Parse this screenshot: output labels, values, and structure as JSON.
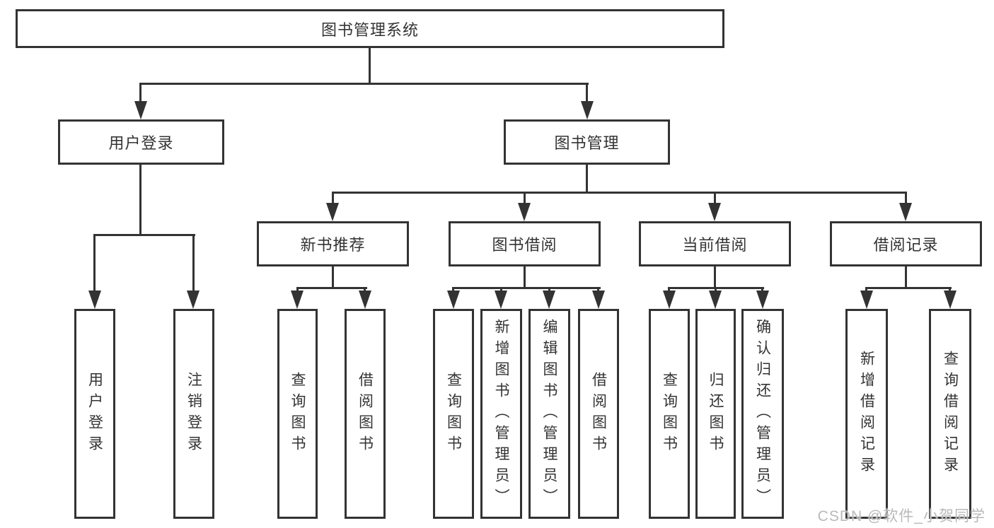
{
  "diagram": {
    "root": {
      "label": "图书管理系统"
    },
    "level2": [
      {
        "label": "用户登录"
      },
      {
        "label": "图书管理"
      }
    ],
    "level3": [
      {
        "label": "新书推荐"
      },
      {
        "label": "图书借阅"
      },
      {
        "label": "当前借阅"
      },
      {
        "label": "借阅记录"
      }
    ],
    "leaves": {
      "login": [
        "用户登录",
        "注销登录"
      ],
      "recommend": [
        "查询图书",
        "借阅图书"
      ],
      "borrow": [
        "查询图书",
        "新增图书（管理员）",
        "编辑图书（管理员）",
        "借阅图书"
      ],
      "current": [
        "查询图书",
        "归还图书",
        "确认归还（管理员）"
      ],
      "records": [
        "新增借阅记录",
        "查询借阅记录"
      ]
    }
  },
  "watermark": {
    "text": "CSDN @软件_小贺同学"
  },
  "colors": {
    "line": "#333333",
    "text": "#333333",
    "watermark": "#b9b9b9"
  }
}
